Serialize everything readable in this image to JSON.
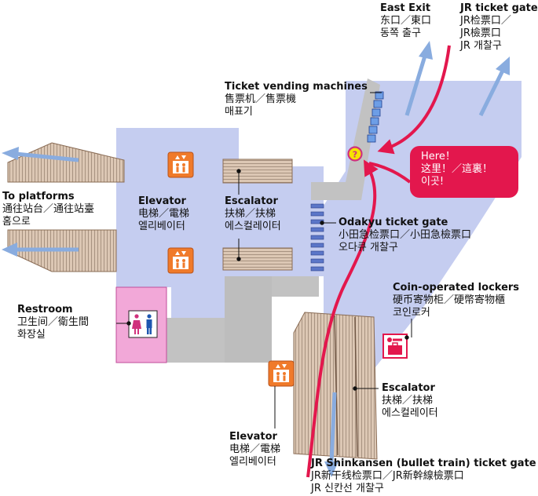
{
  "colors": {
    "floor": "#c5cdf0",
    "structure": "#c2c2c2",
    "escalator": "#dcc7b4",
    "accent_red": "#e3174d",
    "icon_orange": "#f07a2a",
    "restroom_pink": "#f2a8d8"
  },
  "labels": {
    "east_exit": {
      "title": "East Exit",
      "lines": [
        "东口／東口",
        "동쪽 출구"
      ]
    },
    "jr_gate": {
      "title": "JR ticket gate",
      "lines": [
        "JR检票口／",
        "JR檢票口",
        "JR 개찰구"
      ]
    },
    "ticket_machines": {
      "title": "Ticket vending machines",
      "lines": [
        "售票机／售票機",
        "매표기"
      ]
    },
    "to_platforms": {
      "title": "To platforms",
      "lines": [
        "通往站台／通往站臺",
        "홈으로"
      ]
    },
    "elevator_top": {
      "title": "Elevator",
      "lines": [
        "电梯／電梯",
        "엘리베이터"
      ]
    },
    "escalator_top": {
      "title": "Escalator",
      "lines": [
        "扶梯／扶梯",
        "에스컬레이터"
      ]
    },
    "odakyu_gate": {
      "title": "Odakyu ticket gate",
      "lines": [
        "小田急检票口／小田急檢票口",
        "오다큐 개찰구"
      ]
    },
    "restroom": {
      "title": "Restroom",
      "lines": [
        "卫生间／衛生間",
        "화장실"
      ]
    },
    "lockers": {
      "title": "Coin-operated lockers",
      "lines": [
        "硬币寄物柜／硬幣寄物櫃",
        "코인로커"
      ]
    },
    "escalator_bottom": {
      "title": "Escalator",
      "lines": [
        "扶梯／扶梯",
        "에스컬레이터"
      ]
    },
    "elevator_bottom": {
      "title": "Elevator",
      "lines": [
        "电梯／電梯",
        "엘리베이터"
      ]
    },
    "shinkansen_gate": {
      "title": "JR Shinkansen (bullet train) ticket gate",
      "lines": [
        "JR新干线检票口／JR新幹線檢票口",
        "JR 신칸선 개찰구"
      ]
    }
  },
  "here": {
    "lines": [
      "Here！",
      "这里！／這裏！",
      "이곳!"
    ]
  },
  "icons": {
    "elevator": "elevator-icon",
    "restroom": "restroom-icon",
    "locker": "coin-locker-icon",
    "you_are_here": "you-are-here-icon"
  }
}
